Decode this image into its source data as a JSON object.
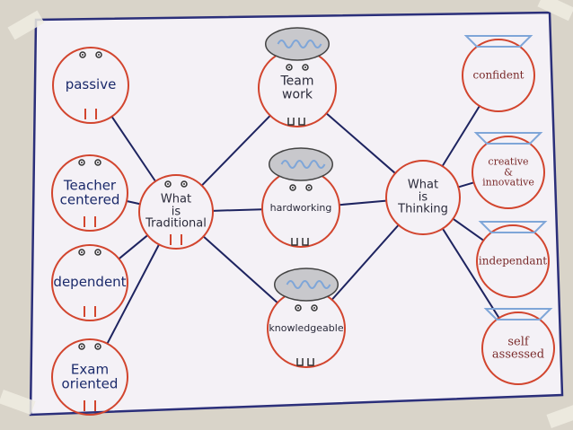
{
  "diagram": {
    "colors": {
      "wall": "#d9d4c9",
      "paper": "#f4f1f6",
      "frame": "#2b2f7a",
      "node_outline": "#d2452e",
      "connector": "#1e2460",
      "hat": "#c8c8cc",
      "wave": "#7fa6d8"
    },
    "left_hub": {
      "label": "What is Traditional",
      "lines": [
        "What",
        "is",
        "Traditional"
      ]
    },
    "right_hub": {
      "label": "What is Thinking",
      "lines": [
        "What",
        "is",
        "Thinking"
      ]
    },
    "left_nodes": [
      {
        "id": "passive",
        "lines": [
          "passive"
        ]
      },
      {
        "id": "teacher-centered",
        "lines": [
          "Teacher",
          "centered"
        ]
      },
      {
        "id": "dependent",
        "lines": [
          "dependent"
        ]
      },
      {
        "id": "exam-oriented",
        "lines": [
          "Exam",
          "oriented"
        ]
      }
    ],
    "middle_nodes": [
      {
        "id": "team-work",
        "lines": [
          "Team",
          "work"
        ]
      },
      {
        "id": "hardworking",
        "lines": [
          "hardworking"
        ]
      },
      {
        "id": "knowledgeable",
        "lines": [
          "knowledgeable"
        ]
      }
    ],
    "right_nodes": [
      {
        "id": "confident",
        "lines": [
          "confident"
        ]
      },
      {
        "id": "creative-innovative",
        "lines": [
          "creative",
          "&",
          "innovative"
        ]
      },
      {
        "id": "independant",
        "lines": [
          "independant"
        ]
      },
      {
        "id": "self-assessed",
        "lines": [
          "self",
          "assessed"
        ]
      }
    ]
  }
}
